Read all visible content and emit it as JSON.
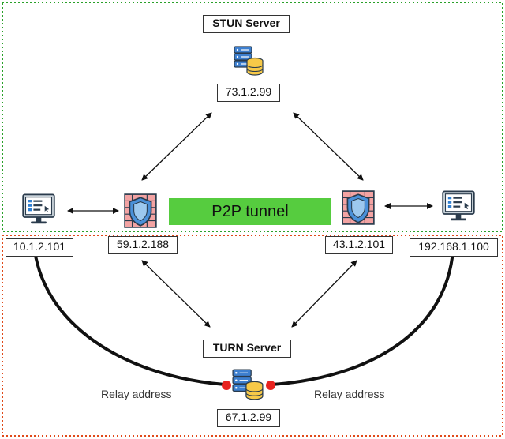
{
  "stun_server": {
    "title": "STUN Server",
    "ip": "73.1.2.99"
  },
  "turn_server": {
    "title": "TURN Server",
    "ip": "67.1.2.99"
  },
  "tunnel": {
    "label": "P2P tunnel"
  },
  "left_client": {
    "ip": "10.1.2.101"
  },
  "left_firewall": {
    "ip": "59.1.2.188"
  },
  "right_firewall": {
    "ip": "43.1.2.101"
  },
  "right_client": {
    "ip": "192.168.1.100"
  },
  "relay": {
    "left": "Relay address",
    "right": "Relay address"
  },
  "colors": {
    "stun_zone": "#2aa12a",
    "turn_zone": "#e04a1a",
    "tunnel": "#56cc3f",
    "relay_point": "#e8231f"
  },
  "icons": [
    "server-icon",
    "database-icon",
    "firewall-icon",
    "shield-icon",
    "monitor-icon"
  ]
}
